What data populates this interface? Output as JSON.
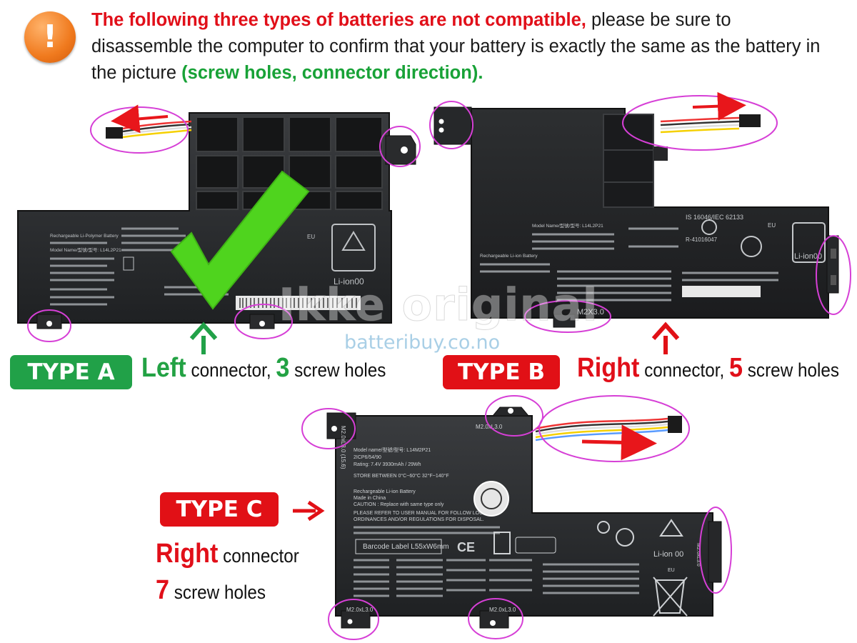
{
  "notice": {
    "icon": "exclamation-icon",
    "icon_symbol": "!",
    "red_text": "The following three types of batteries are not compatible,",
    "normal_text": " please be sure to disassemble the computer to confirm that your battery is exactly the same as the battery in the picture ",
    "green_text": "(screw holes, connector direction)."
  },
  "watermark": {
    "text": "Ikke original",
    "site": "batteribuy.co.no"
  },
  "type_a": {
    "badge": "TYPE A",
    "color": "#21a148",
    "dir": "Left",
    "dir_rest": " connector, ",
    "count": "3",
    "count_rest": " screw holes",
    "battery": {
      "model": "Model Name/型號/型号: L14L2P21",
      "type": "Rechargeable Li-Polymer Battery",
      "li_ion": "Li-ion00",
      "eu": "EU"
    }
  },
  "type_b": {
    "badge": "TYPE B",
    "color": "#e11016",
    "dir": "Right",
    "dir_rest": " connector, ",
    "count": "5",
    "count_rest": " screw holes",
    "battery": {
      "model": "Model Name/型號/型号: L14L2P21",
      "type": "Rechargeable Li-ion Battery",
      "iec": "IS 16046/IEC 62133",
      "cert": "R-41016047",
      "li_ion": "Li-ion00",
      "eu": "EU",
      "screw_mark": "M2X3.0"
    }
  },
  "type_c": {
    "badge": "TYPE C",
    "color": "#e11016",
    "dir": "Right",
    "dir_rest": " connector",
    "count": "7",
    "count_rest": " screw holes",
    "battery": {
      "model": "Model name/型號/型号: L14M2P21",
      "spec_code": "2ICP6/54/90",
      "rating": "Rating: 7.4V 3930mAh / 29Wh",
      "store": "STORE BETWEEN 0°C~60°C  32°F~140°F",
      "type": "Rechargeable Li-ion Battery",
      "made": "Made in China",
      "caution": "CAUTION : Replace with same type only",
      "refer": "PLEASE REFER TO USER MANUAL FOR FOLLOW LOCAL",
      "ordinances": "ORDINANCES AND/OR REGULATIONS FOR DISPOSAL.",
      "barcode": "Barcode Label L55xW6mm",
      "li_ion": "Li-ion 00",
      "eu": "EU",
      "screw_top": "M2.0xL3.0",
      "screw_left": "M2.0xL3.0 (15.6)",
      "screw_bottom_left": "M2.0xL3.0",
      "screw_bottom_right": "M2.0xL3.0",
      "screw_right": "M2.0xL3.0",
      "ce": "CE"
    }
  }
}
